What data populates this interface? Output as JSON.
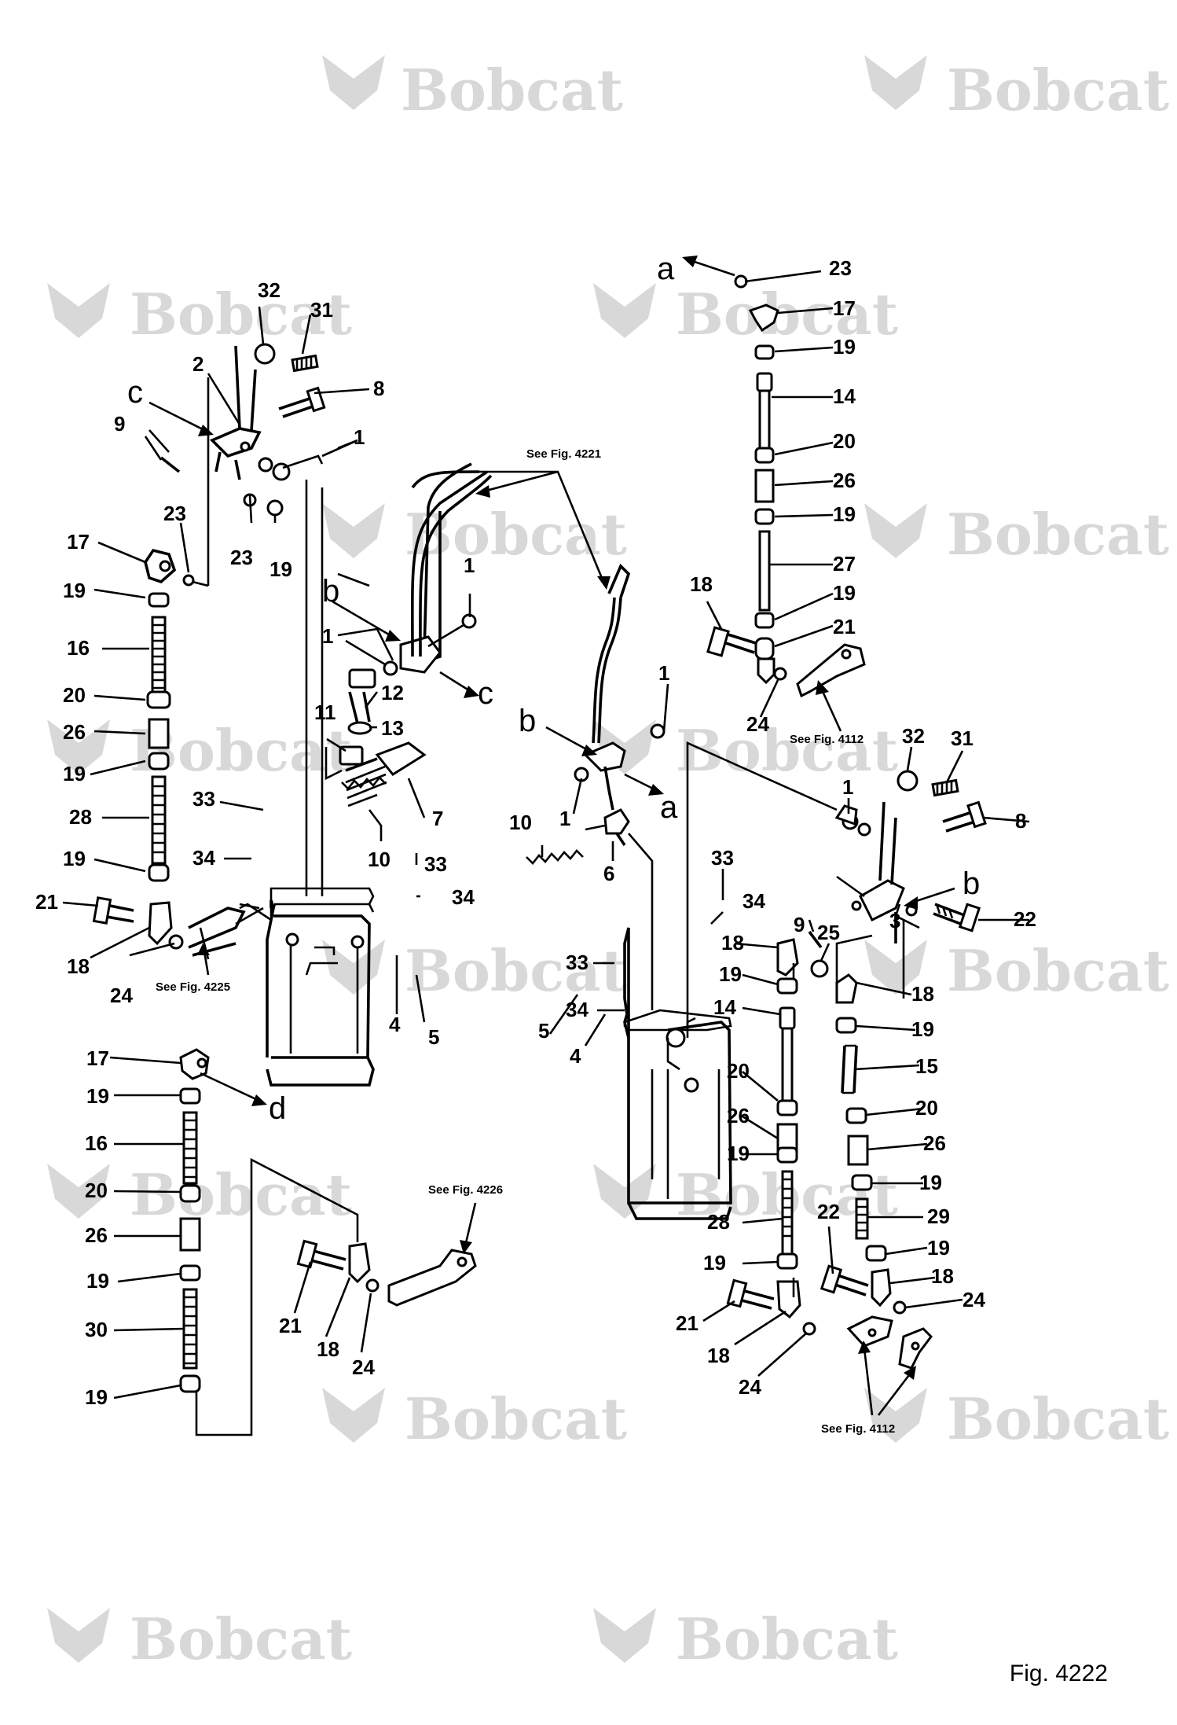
{
  "watermark": {
    "brand": "Bobcat",
    "color": "#d8d8d8"
  },
  "figure_label": "Fig. 4222",
  "references": {
    "r4221": "See Fig. 4221",
    "r4112a": "See Fig. 4112",
    "r4225": "See Fig. 4225",
    "r4226": "See Fig. 4226",
    "r4112b": "See Fig. 4112"
  },
  "connectors": {
    "a1": "a",
    "a2": "a",
    "b1": "b",
    "b2": "b",
    "b3": "b",
    "c1": "c",
    "c2": "c",
    "d1": "d"
  },
  "callouts": [
    "32",
    "31",
    "2",
    "8",
    "1",
    "9",
    "23",
    "19",
    "23",
    "17",
    "19",
    "16",
    "20",
    "26",
    "19",
    "28",
    "19",
    "21",
    "18",
    "24",
    "1",
    "1",
    "12",
    "13",
    "11",
    "7",
    "10",
    "33",
    "34",
    "33",
    "34",
    "4",
    "5",
    "17",
    "19",
    "16",
    "20",
    "26",
    "19",
    "30",
    "19",
    "21",
    "18",
    "24",
    "23",
    "17",
    "19",
    "14",
    "20",
    "26",
    "19",
    "27",
    "19",
    "21",
    "18",
    "24",
    "1",
    "1",
    "10",
    "6",
    "32",
    "31",
    "1",
    "8",
    "3",
    "22",
    "9",
    "33",
    "34",
    "33",
    "34",
    "5",
    "4",
    "18",
    "19",
    "14",
    "20",
    "26",
    "19",
    "28",
    "19",
    "21",
    "18",
    "24",
    "25",
    "18",
    "19",
    "15",
    "20",
    "26",
    "19",
    "29",
    "19",
    "22",
    "18",
    "24"
  ]
}
